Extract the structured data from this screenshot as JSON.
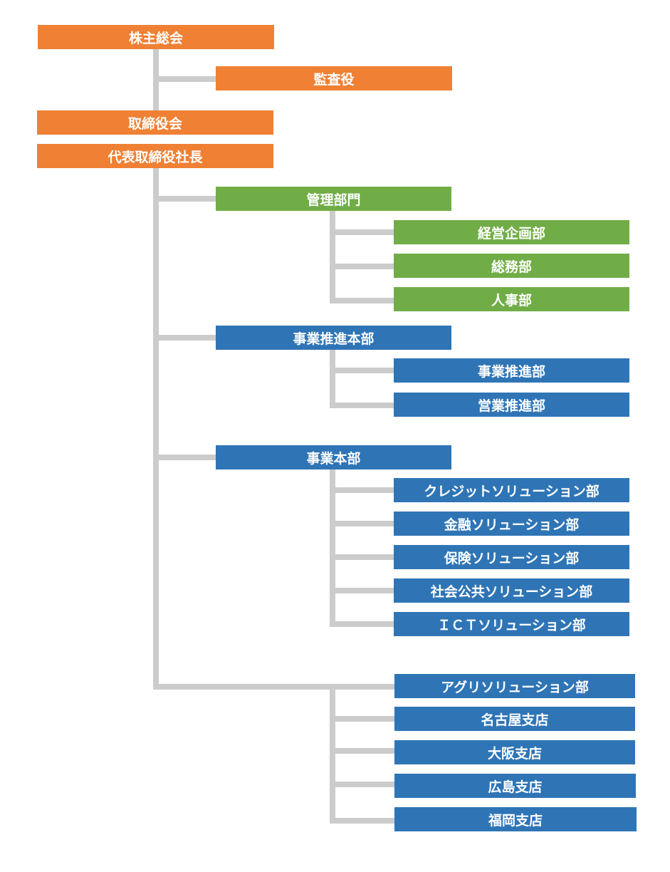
{
  "colors": {
    "governance": "#ef8034",
    "management": "#71ad47",
    "business": "#2f75b6",
    "connector": "#cccccc"
  },
  "top": {
    "shareholders": "株主総会",
    "auditor": "監査役",
    "board": "取締役会",
    "president": "代表取締役社長"
  },
  "management": {
    "title": "管理部門",
    "departments": [
      "経営企画部",
      "総務部",
      "人事部"
    ]
  },
  "business_promotion": {
    "title": "事業推進本部",
    "departments": [
      "事業推進部",
      "営業推進部"
    ]
  },
  "business": {
    "title": "事業本部",
    "departments": [
      "クレジットソリューション部",
      "金融ソリューション部",
      "保険ソリューション部",
      "社会公共ソリューション部",
      "ＩＣＴソリューション部"
    ]
  },
  "other": {
    "departments": [
      "アグリソリューション部",
      "名古屋支店",
      "大阪支店",
      "広島支店",
      "福岡支店"
    ]
  }
}
